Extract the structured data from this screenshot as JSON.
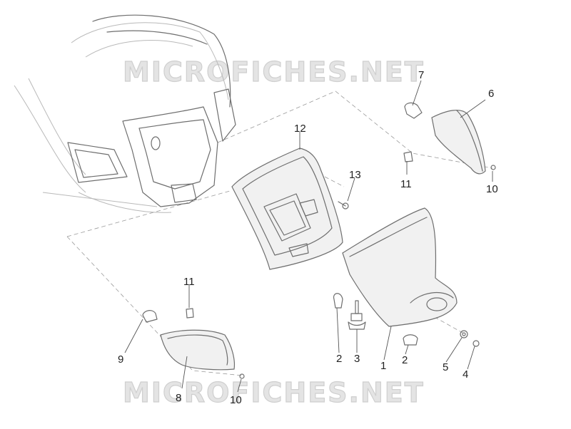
{
  "watermark_text": "MICROFICHES.NET",
  "callouts": {
    "c1": "1",
    "c2a": "2",
    "c2b": "2",
    "c3": "3",
    "c4": "4",
    "c5": "5",
    "c6": "6",
    "c7": "7",
    "c8": "8",
    "c9": "9",
    "c10a": "10",
    "c10b": "10",
    "c11a": "11",
    "c11b": "11",
    "c12": "12",
    "c13": "13"
  },
  "colors": {
    "line": "#6e6e6e",
    "watermark": "#e4e4e4",
    "text": "#222222"
  }
}
